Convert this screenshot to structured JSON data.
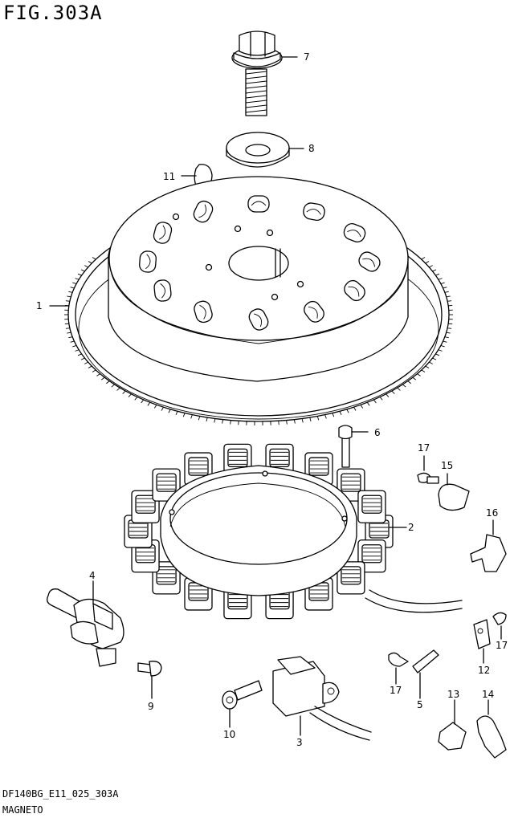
{
  "figure": {
    "title": "FIG.303A",
    "code": "DF140BG_E11_025_303A",
    "subtitle": "MAGNETO"
  },
  "callouts": [
    {
      "id": "1",
      "label": "1"
    },
    {
      "id": "2",
      "label": "2"
    },
    {
      "id": "3",
      "label": "3"
    },
    {
      "id": "4",
      "label": "4"
    },
    {
      "id": "5",
      "label": "5"
    },
    {
      "id": "6",
      "label": "6"
    },
    {
      "id": "7",
      "label": "7"
    },
    {
      "id": "8",
      "label": "8"
    },
    {
      "id": "9",
      "label": "9"
    },
    {
      "id": "10",
      "label": "10"
    },
    {
      "id": "11",
      "label": "11"
    },
    {
      "id": "12",
      "label": "12"
    },
    {
      "id": "13",
      "label": "13"
    },
    {
      "id": "14",
      "label": "14"
    },
    {
      "id": "15",
      "label": "15"
    },
    {
      "id": "16",
      "label": "16"
    },
    {
      "id": "17a",
      "label": "17"
    },
    {
      "id": "17b",
      "label": "17"
    },
    {
      "id": "17c",
      "label": "17"
    }
  ]
}
